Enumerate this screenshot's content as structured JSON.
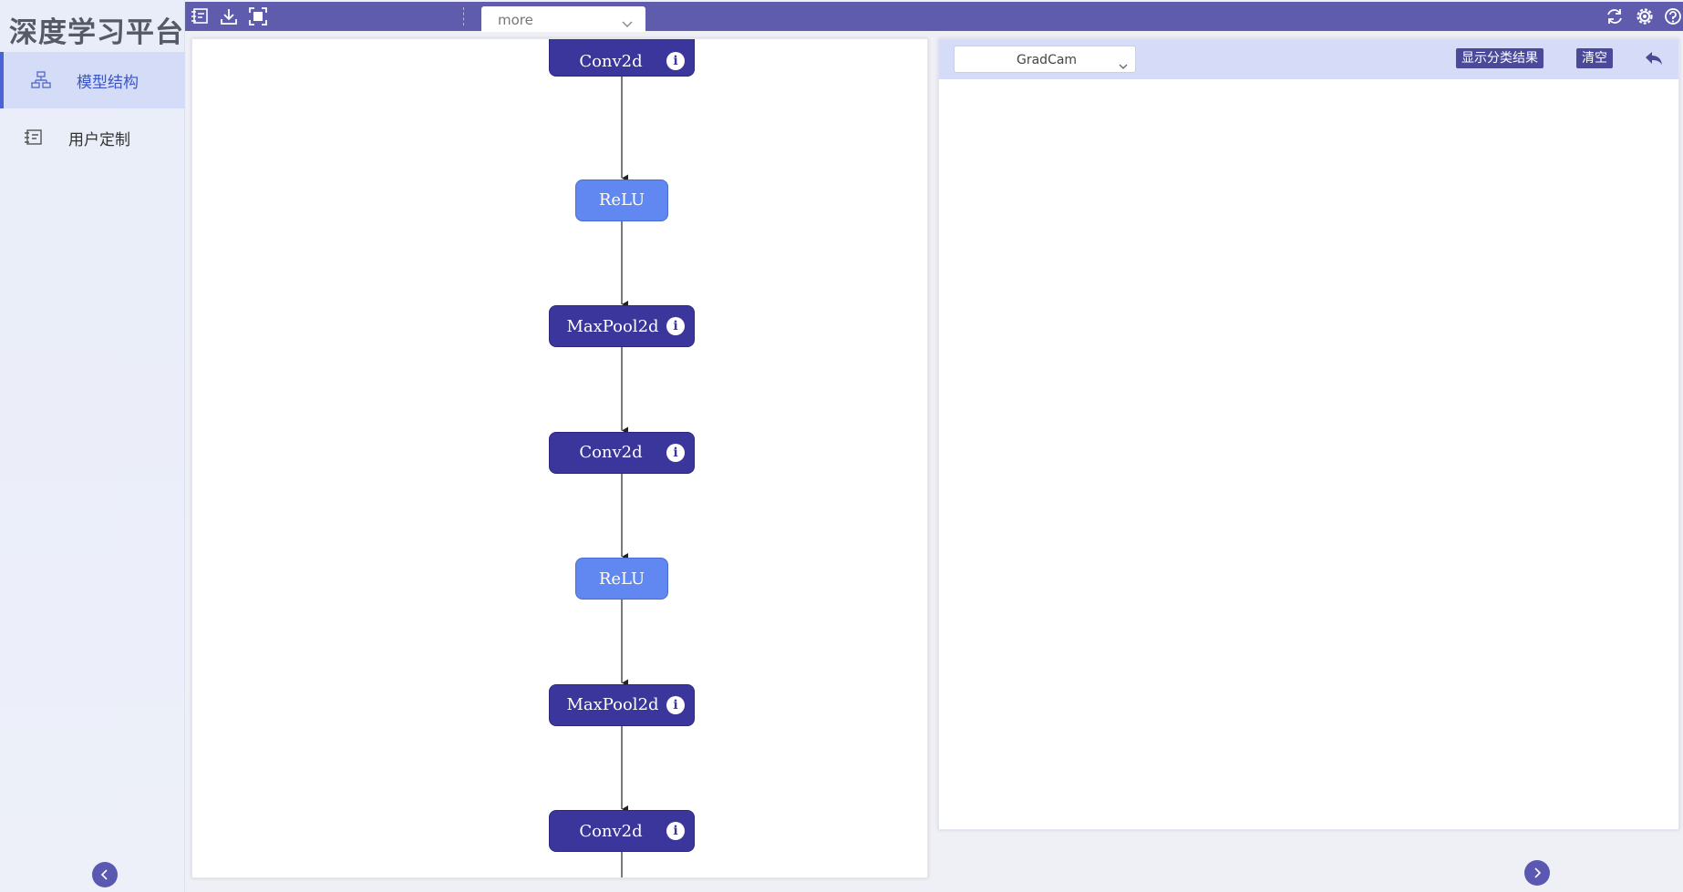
{
  "app": {
    "title": "深度学习平台"
  },
  "sidebar": {
    "items": [
      {
        "label": "模型结构",
        "icon": "hierarchy-icon",
        "active": true
      },
      {
        "label": "用户定制",
        "icon": "custom-edit-icon",
        "active": false
      }
    ]
  },
  "toolbar": {
    "icons": [
      "import-icon",
      "download-icon",
      "fit-screen-icon"
    ],
    "right_icons": [
      "refresh-icon",
      "settings-icon",
      "help-icon"
    ],
    "layer_select": {
      "value": "more"
    }
  },
  "graph": {
    "nodes": [
      {
        "label": "Conv2d",
        "type": "conv",
        "info": true
      },
      {
        "label": "ReLU",
        "type": "relu",
        "info": false
      },
      {
        "label": "MaxPool2d",
        "type": "pool",
        "info": true
      },
      {
        "label": "Conv2d",
        "type": "conv",
        "info": true
      },
      {
        "label": "ReLU",
        "type": "relu",
        "info": false
      },
      {
        "label": "MaxPool2d",
        "type": "pool",
        "info": true
      },
      {
        "label": "Conv2d",
        "type": "conv",
        "info": true
      }
    ]
  },
  "right_panel": {
    "method_select": {
      "value": "GradCam"
    },
    "show_results_label": "显示分类结果",
    "clear_label": "清空"
  },
  "colors": {
    "accent": "#5f5cae",
    "node_dark": "#3a369c",
    "node_light": "#6187f0",
    "sidebar_active": "#d4dcf8"
  }
}
